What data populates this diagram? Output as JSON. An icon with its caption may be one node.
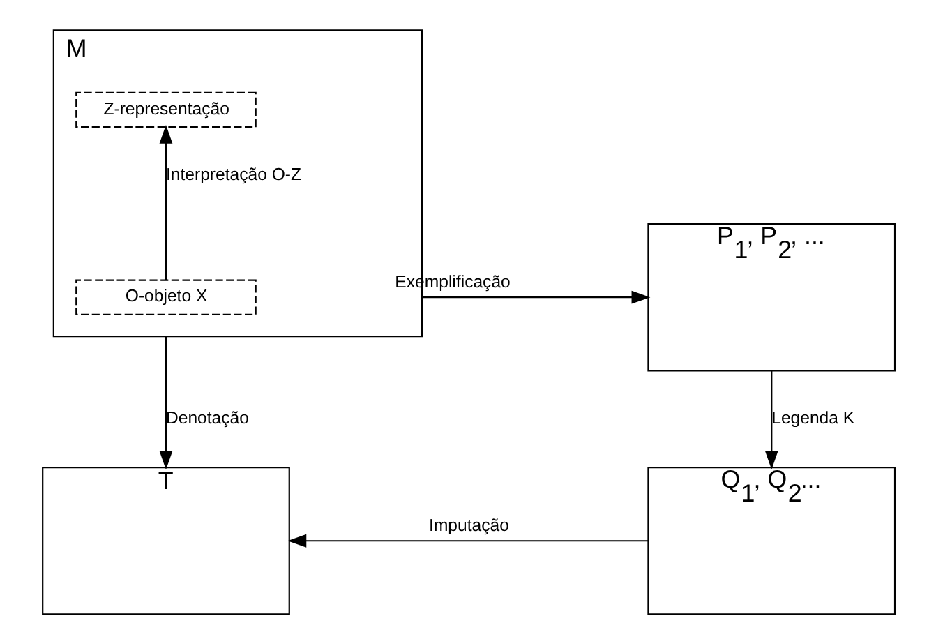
{
  "diagram": {
    "nodes": [
      {
        "text": [
          "M"
        ]
      },
      {
        "text": [
          "Z-representação"
        ],
        "in": 0
      },
      {
        "text": [
          "O-objeto X"
        ],
        "in": 0
      },
      {
        "text": [
          "P$_{1}$, P$_{2}$, ..."
        ]
      },
      {
        "text": [
          "T"
        ]
      },
      {
        "text": [
          "Q$_{1}$, Q$_{2}$..."
        ]
      }
    ],
    "edges": [
      {
        "from": 2,
        "to": 1,
        "arrow": "to",
        "label": "Interpretação O-Z"
      },
      {
        "from": 0,
        "to": 3,
        "arrow": "to",
        "label": "Exemplificação"
      },
      {
        "from": 0,
        "to": 4,
        "arrow": "to",
        "label": "Denotação"
      },
      {
        "from": 3,
        "to": 5,
        "arrow": "to",
        "label": "Legenda K"
      },
      {
        "from": 5,
        "to": 4,
        "arrow": "to",
        "label": "Imputação"
      }
    ]
  }
}
